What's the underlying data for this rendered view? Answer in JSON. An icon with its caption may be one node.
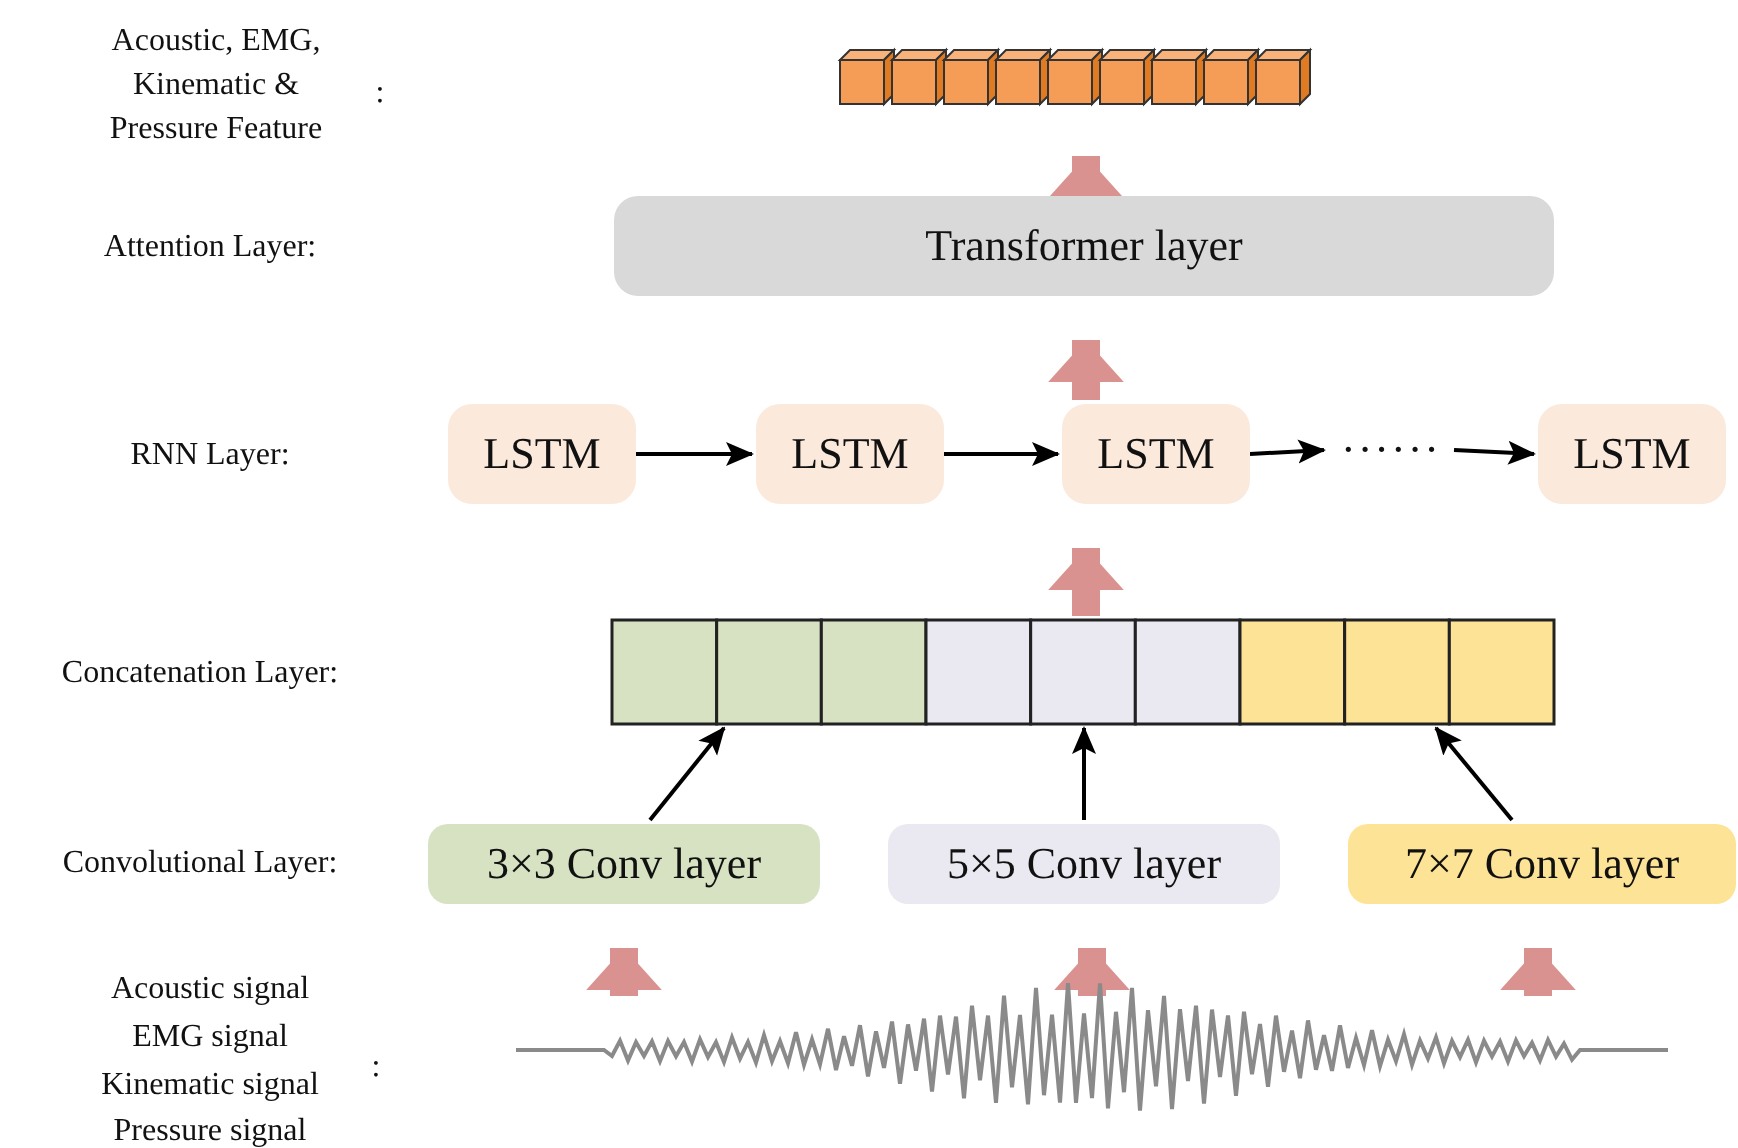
{
  "diagram": {
    "nodes": [
      {
        "text": [],
        "shape": "bar"
      },
      {
        "text": [
          "Transformer layer"
        ]
      },
      {
        "text": [
          "LSTM"
        ]
      },
      {
        "text": [
          "LSTM"
        ]
      },
      {
        "text": [
          "LSTM"
        ]
      },
      {
        "text": [
          "······"
        ]
      },
      {
        "text": [
          "LSTM"
        ]
      },
      {
        "text": [],
        "shape": "bar"
      },
      {
        "text": [
          "3×3 Conv layer"
        ]
      },
      {
        "text": [
          "5×5 Conv layer"
        ]
      },
      {
        "text": [
          "7×7 Conv layer"
        ]
      },
      {
        "text": [],
        "shape": "picture"
      }
    ],
    "edges": [
      {
        "from": 11,
        "to": 8,
        "arrow": "to",
        "style": "thick",
        "color": "#d9928f"
      },
      {
        "from": 11,
        "to": 9,
        "arrow": "to",
        "style": "thick",
        "color": "#d9928f"
      },
      {
        "from": 11,
        "to": 10,
        "arrow": "to",
        "style": "thick",
        "color": "#d9928f"
      },
      {
        "from": 8,
        "to": 7,
        "arrow": "to"
      },
      {
        "from": 9,
        "to": 7,
        "arrow": "to"
      },
      {
        "from": 10,
        "to": 7,
        "arrow": "to"
      },
      {
        "from": 7,
        "to": 4,
        "arrow": "to",
        "style": "thick",
        "color": "#d9928f"
      },
      {
        "from": 2,
        "to": 3,
        "arrow": "to"
      },
      {
        "from": 3,
        "to": 4,
        "arrow": "to"
      },
      {
        "from": 4,
        "to": 5,
        "arrow": "to"
      },
      {
        "from": 5,
        "to": 6,
        "arrow": "to"
      },
      {
        "from": 4,
        "to": 1,
        "arrow": "to",
        "style": "thick",
        "color": "#d9928f"
      },
      {
        "from": 1,
        "to": 0,
        "arrow": "to",
        "style": "thick",
        "color": "#d9928f"
      }
    ],
    "labels": [
      "Acoustic, EMG, Kinematic & Pressure Feature",
      ":",
      "Attention Layer:",
      "RNN Layer:",
      "Concatenation Layer:",
      "Convolutional Layer:",
      "Acoustic signal",
      "EMG signal",
      "Kinematic signal",
      "Pressure signal",
      ":"
    ]
  }
}
